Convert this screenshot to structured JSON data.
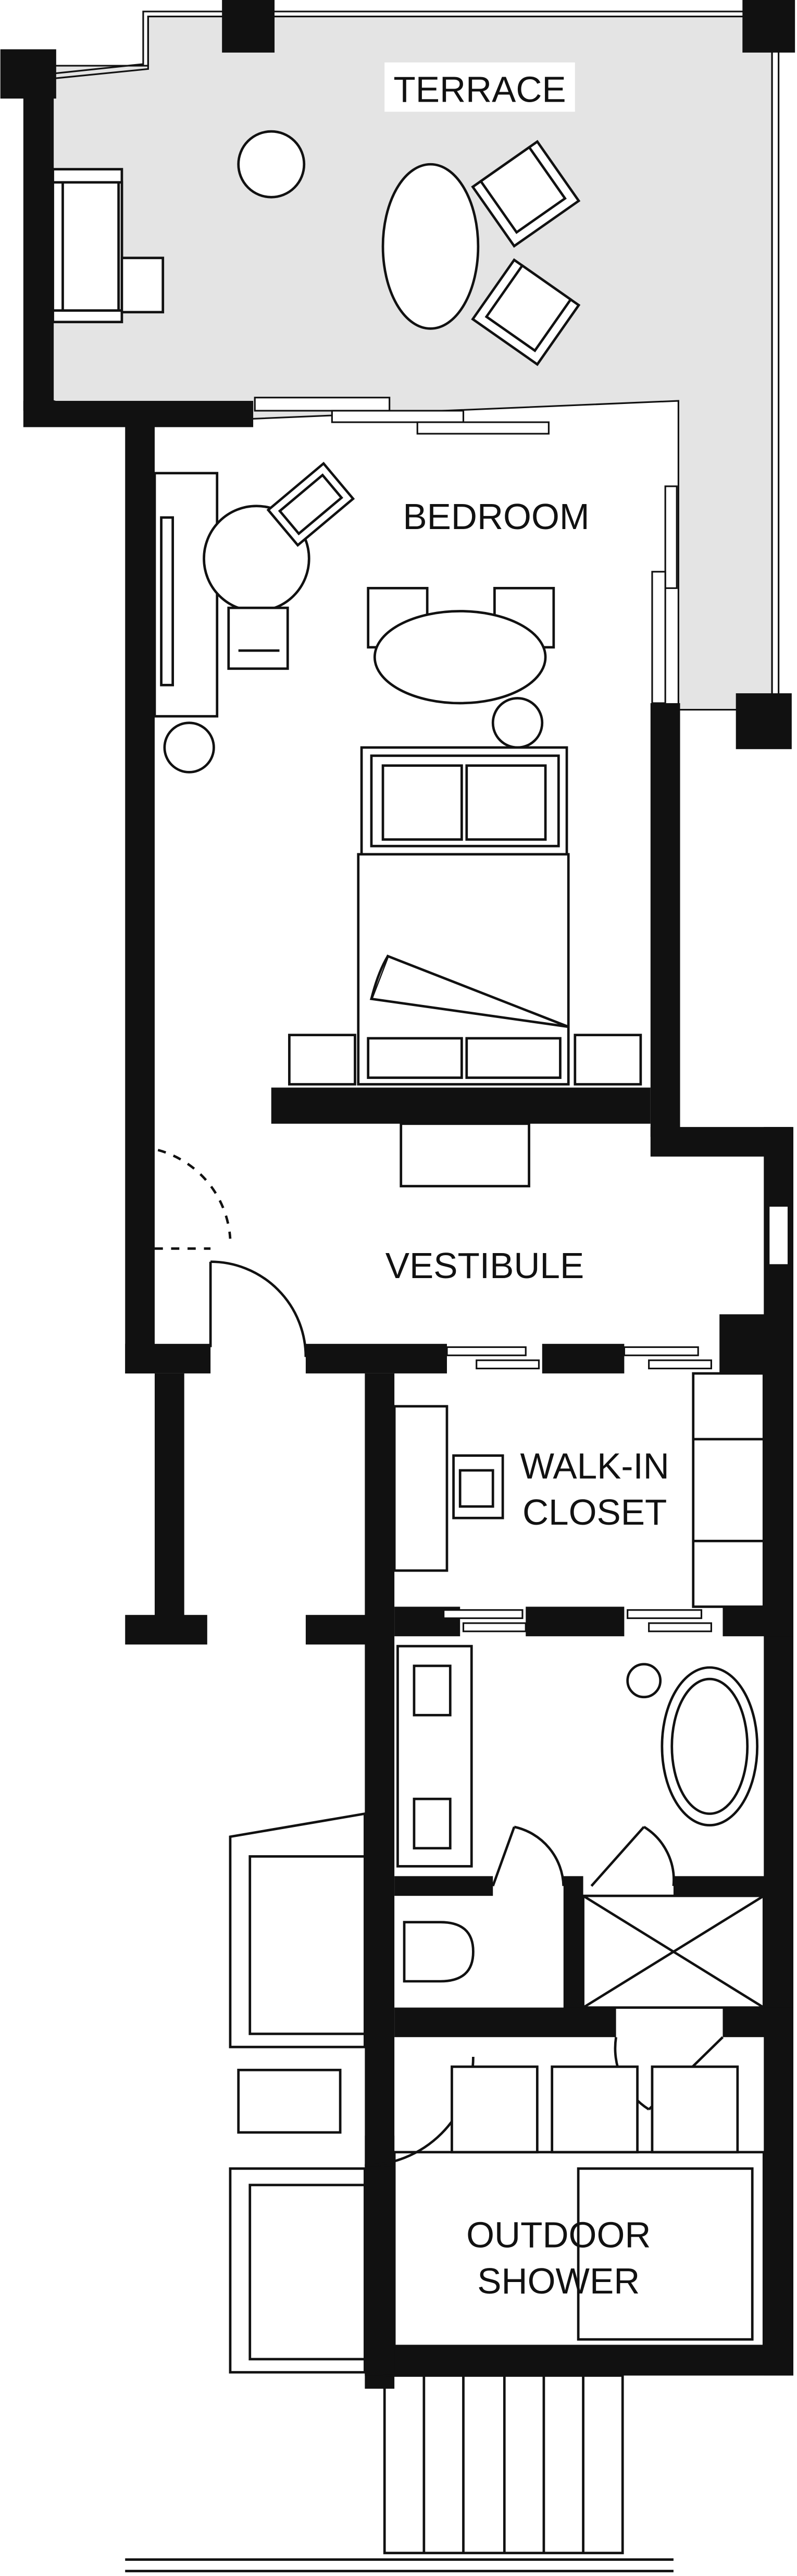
{
  "rooms": {
    "terrace": "TERRACE",
    "bedroom": "BEDROOM",
    "vestibule": "VESTIBULE",
    "closet_line1": "WALK-IN",
    "closet_line2": "CLOSET",
    "shower_line1": "OUTDOOR",
    "shower_line2": "SHOWER"
  },
  "colors": {
    "wall": "#111111",
    "terrace_fill": "#e4e4e4",
    "line": "#111111",
    "background": "#ffffff"
  }
}
